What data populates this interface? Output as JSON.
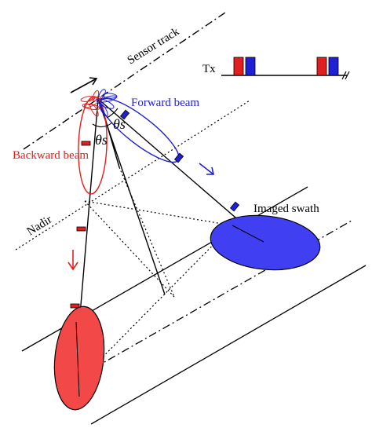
{
  "labels": {
    "sensor_track": "Sensor track",
    "tx": "Tx",
    "forward_beam": "Forward beam",
    "backward_beam": "Backward beam",
    "nadir": "Nadir",
    "imaged_swath": "Imaged swath",
    "theta_s": "θs"
  },
  "colors": {
    "forward": "#1f1fd6",
    "backward": "#e21f1f",
    "line": "#000000"
  },
  "icons": {
    "motion_arrow": "arrow-right-icon",
    "forward_direction": "arrow-down-right-icon",
    "backward_direction": "arrow-down-icon"
  }
}
